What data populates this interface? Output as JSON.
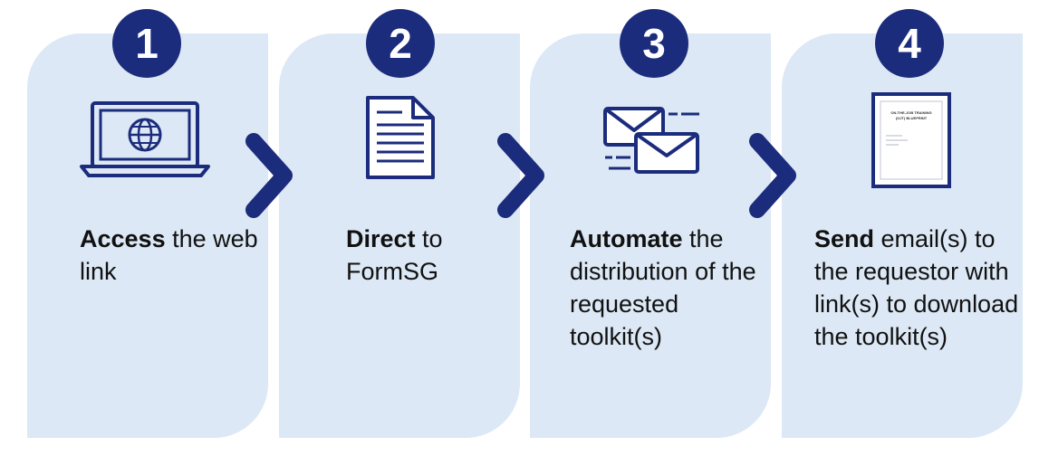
{
  "colors": {
    "card_bg": "#dce8f5",
    "accent": "#1c2c7c"
  },
  "steps": [
    {
      "number": "1",
      "icon": "laptop-globe-icon",
      "bold": "Access",
      "rest": " the web link"
    },
    {
      "number": "2",
      "icon": "document-icon",
      "bold": "Direct",
      "rest": " to FormSG"
    },
    {
      "number": "3",
      "icon": "emails-icon",
      "bold": "Automate",
      "rest": " the distribution of the requested toolkit(s)"
    },
    {
      "number": "4",
      "icon": "blueprint-document-icon",
      "bold": "Send",
      "rest": " email(s) to the requestor with link(s) to download the toolkit(s)",
      "doc_title_line1": "ON-THE-JOB TRAINING",
      "doc_title_line2": "(OJT) BLUEPRINT"
    }
  ]
}
